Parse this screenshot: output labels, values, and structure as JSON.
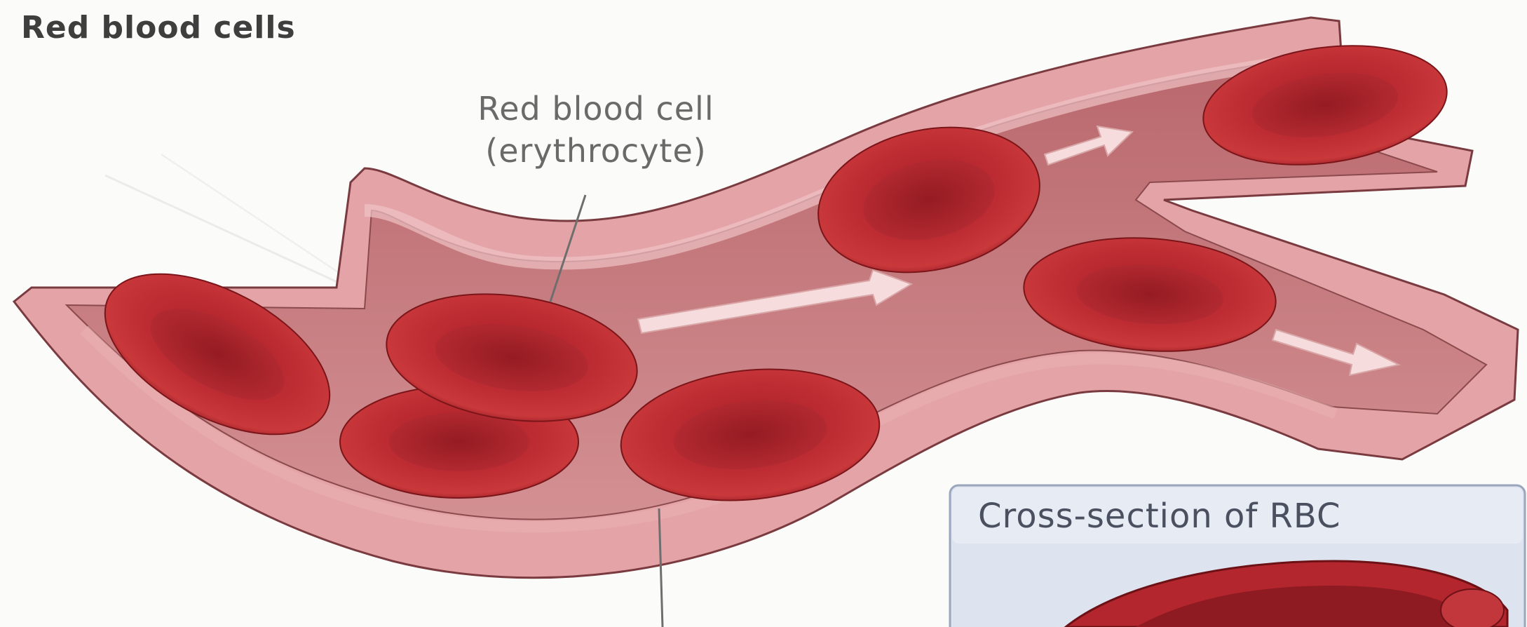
{
  "figure": {
    "title": "Red blood cells",
    "cell_label_line1": "Red blood cell",
    "cell_label_line2": "(erythrocyte)",
    "inset_title": "Cross-section of RBC"
  },
  "colors": {
    "background": "#fbfbfa",
    "vessel_wall": "#e4a4a7",
    "vessel_inner": "#c8797c",
    "vessel_outline": "#7a3b40",
    "cell_fill": "#b3222a",
    "cell_rim": "#8e1a22",
    "flow_arrow": "#f6dcdc",
    "inset_bg": "#dde3ef",
    "inset_border": "#9aa6bb"
  }
}
